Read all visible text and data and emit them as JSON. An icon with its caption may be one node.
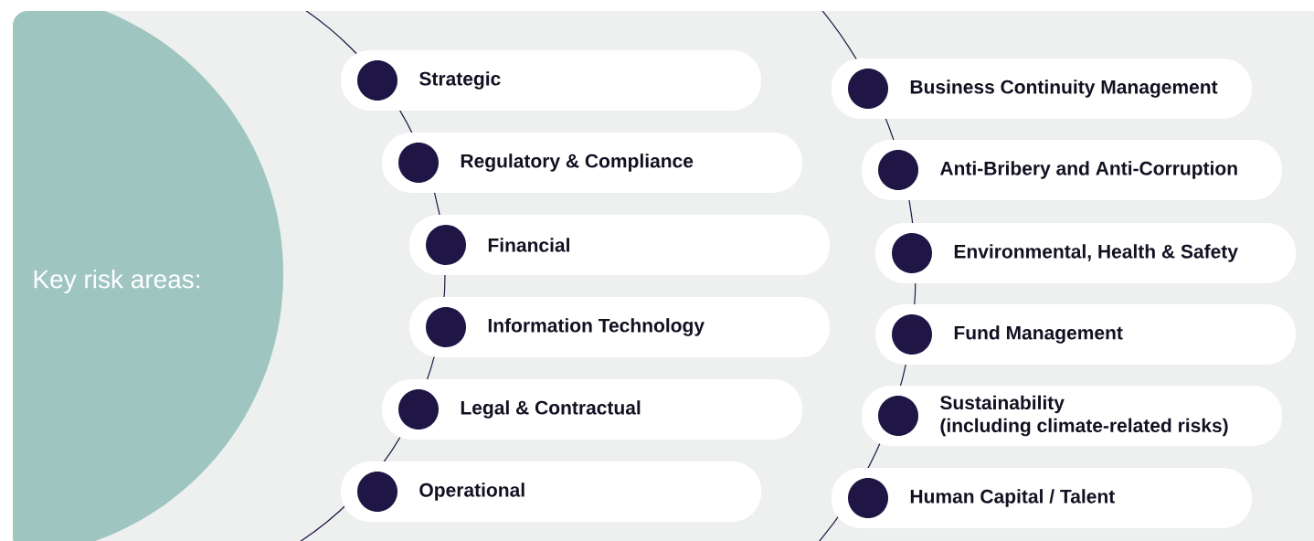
{
  "diagram": {
    "nodes": [
      {
        "text": [
          "Key risk areas:"
        ]
      },
      {
        "text": [
          "Strategic"
        ]
      },
      {
        "text": [
          "Regulatory & Compliance"
        ]
      },
      {
        "text": [
          "Financial"
        ]
      },
      {
        "text": [
          "Information Technology"
        ]
      },
      {
        "text": [
          "Legal & Contractual"
        ]
      },
      {
        "text": [
          "Operational"
        ]
      },
      {
        "text": [
          "Business Continuity Management"
        ]
      },
      {
        "text": [
          "Anti-Bribery and Anti-Corruption"
        ]
      },
      {
        "text": [
          "Environmental, Health & Safety"
        ]
      },
      {
        "text": [
          "Fund Management"
        ]
      },
      {
        "text": [
          "Sustainability",
          "(including climate-related risks)"
        ]
      },
      {
        "text": [
          "Human Capital / Talent"
        ]
      }
    ]
  }
}
